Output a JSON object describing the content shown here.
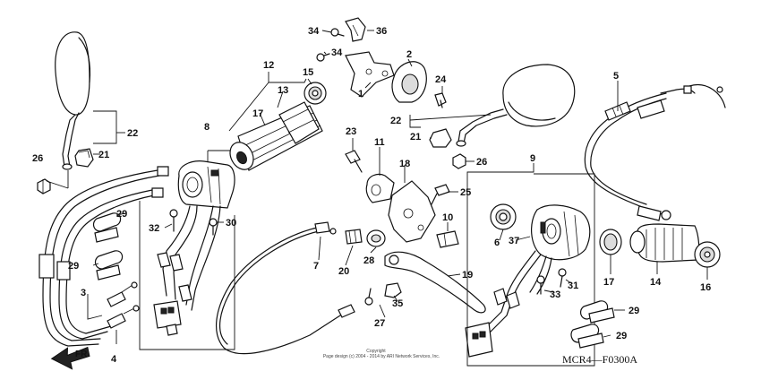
{
  "diagram_code": "MCR4—F0300A",
  "copyright_line1": "Copyright",
  "copyright_line2": "Page design (c) 2004 - 2014 by ARI Network Services, Inc.",
  "direction_label": "FR.",
  "labels": {
    "l1": "1",
    "l2": "2",
    "l3": "3",
    "l4": "4",
    "l5": "5",
    "l6": "6",
    "l7": "7",
    "l8": "8",
    "l9": "9",
    "l10": "10",
    "l11": "11",
    "l12": "12",
    "l13": "13",
    "l14": "14",
    "l15": "15",
    "l16": "16",
    "l17a": "17",
    "l17b": "17",
    "l18": "18",
    "l19": "19",
    "l20": "20",
    "l21a": "21",
    "l21b": "21",
    "l22a": "22",
    "l22b": "22",
    "l23": "23",
    "l24": "24",
    "l25": "25",
    "l26a": "26",
    "l26b": "26",
    "l27": "27",
    "l28": "28",
    "l29a": "29",
    "l29b": "29",
    "l29c": "29",
    "l29d": "29",
    "l30": "30",
    "l31": "31",
    "l32": "32",
    "l33": "33",
    "l34a": "34",
    "l34b": "34",
    "l35": "35",
    "l36": "36",
    "l37": "37"
  }
}
